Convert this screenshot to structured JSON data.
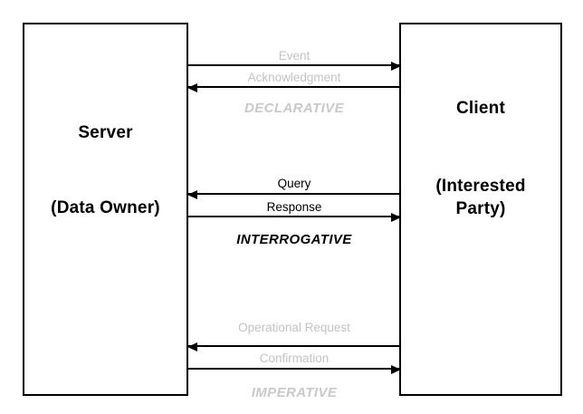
{
  "diagram": {
    "type": "sequence-diagram",
    "colors": {
      "stroke": "#000000",
      "faded_text": "#c3c3c3",
      "solid_text": "#000000",
      "background": "#ffffff"
    },
    "actors": {
      "left": {
        "name": "Server",
        "subtitle": "(Data Owner)"
      },
      "right": {
        "name": "Client",
        "subtitle_line1": "(Interested",
        "subtitle_line2": "Party)"
      }
    },
    "groups": [
      {
        "title": "DECLARATIVE",
        "emphasis": "faded",
        "messages": [
          {
            "label": "Event",
            "direction": "left-to-right",
            "emphasis": "faded"
          },
          {
            "label": "Acknowledgment",
            "direction": "right-to-left",
            "emphasis": "faded"
          }
        ]
      },
      {
        "title": "INTERROGATIVE",
        "emphasis": "solid",
        "messages": [
          {
            "label": "Query",
            "direction": "right-to-left",
            "emphasis": "solid"
          },
          {
            "label": "Response",
            "direction": "left-to-right",
            "emphasis": "solid"
          }
        ]
      },
      {
        "title": "IMPERATIVE",
        "emphasis": "faded",
        "messages": [
          {
            "label": "Operational Request",
            "direction": "right-to-left",
            "emphasis": "faded"
          },
          {
            "label": "Confirmation",
            "direction": "left-to-right",
            "emphasis": "faded"
          }
        ]
      }
    ]
  }
}
